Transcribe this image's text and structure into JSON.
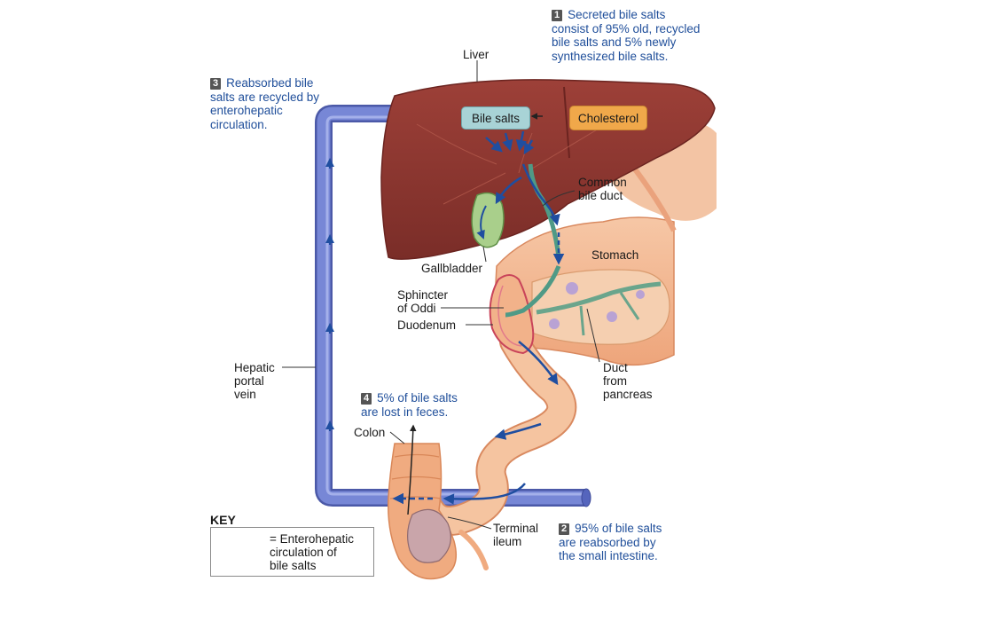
{
  "labels": {
    "liver": "Liver",
    "bile_salts": "Bile salts",
    "cholesterol": "Cholesterol",
    "common_bile_duct": "Common\nbile duct",
    "stomach": "Stomach",
    "gallbladder": "Gallbladder",
    "sphincter": "Sphincter\nof Oddi",
    "duodenum": "Duodenum",
    "duct_pancreas": "Duct\nfrom\npancreas",
    "hepatic_portal_vein": "Hepatic\nportal\nvein",
    "colon": "Colon",
    "terminal_ileum": "Terminal\nileum"
  },
  "steps": [
    {
      "num": "1",
      "text": "Secreted bile salts\nconsist of 95% old, recycled\nbile salts and 5% newly\nsynthesized bile salts."
    },
    {
      "num": "2",
      "text": "95% of bile salts\nare reabsorbed by\nthe small intestine."
    },
    {
      "num": "3",
      "text": "Reabsorbed bile\nsalts are recycled by\nenterohepatic\ncirculation."
    },
    {
      "num": "4",
      "text": "5% of bile salts\nare lost in feces."
    }
  ],
  "key": {
    "title": "KEY",
    "entry": "= Enterohepatic\ncirculation of\nbile salts"
  },
  "colors": {
    "liver": "#8e3a34",
    "vein": "#6f7fd0",
    "bile_arrow": "#1f4ea0",
    "bile_salts_box": "#a8d3d6",
    "cholesterol_box": "#f0a84a",
    "intestine": "#f2b48a",
    "step_text": "#1f4e9a"
  }
}
